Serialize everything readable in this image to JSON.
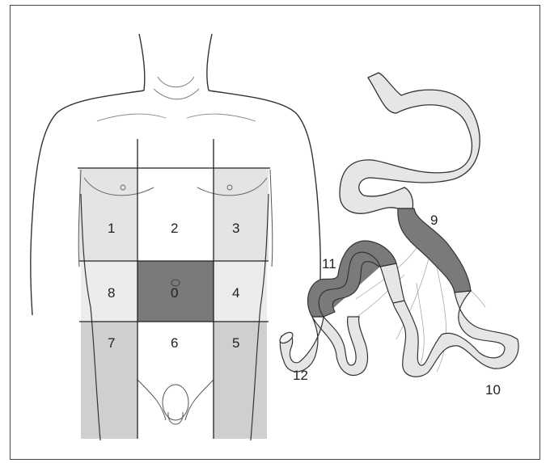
{
  "figure": {
    "abdomen_regions": [
      {
        "id": "region-1",
        "label": "1",
        "shaded": false
      },
      {
        "id": "region-2",
        "label": "2",
        "shaded": false
      },
      {
        "id": "region-3",
        "label": "3",
        "shaded": false
      },
      {
        "id": "region-8",
        "label": "8",
        "shaded": false
      },
      {
        "id": "region-0",
        "label": "0",
        "shaded": true
      },
      {
        "id": "region-4",
        "label": "4",
        "shaded": false
      },
      {
        "id": "region-7",
        "label": "7",
        "shaded": false
      },
      {
        "id": "region-6",
        "label": "6",
        "shaded": false
      },
      {
        "id": "region-5",
        "label": "5",
        "shaded": false
      }
    ],
    "bowel_segments": [
      {
        "id": "segment-9",
        "label": "9",
        "shaded": true
      },
      {
        "id": "segment-10",
        "label": "10",
        "shaded": false
      },
      {
        "id": "segment-11",
        "label": "11",
        "shaded": true
      },
      {
        "id": "segment-12",
        "label": "12",
        "shaded": false
      }
    ],
    "colors": {
      "dark_shade": "#7a7a7a",
      "light_shade": "#c8c8c8",
      "bowel_light": "#e6e6e6",
      "outline": "#333333",
      "grid_line": "#222222"
    }
  }
}
